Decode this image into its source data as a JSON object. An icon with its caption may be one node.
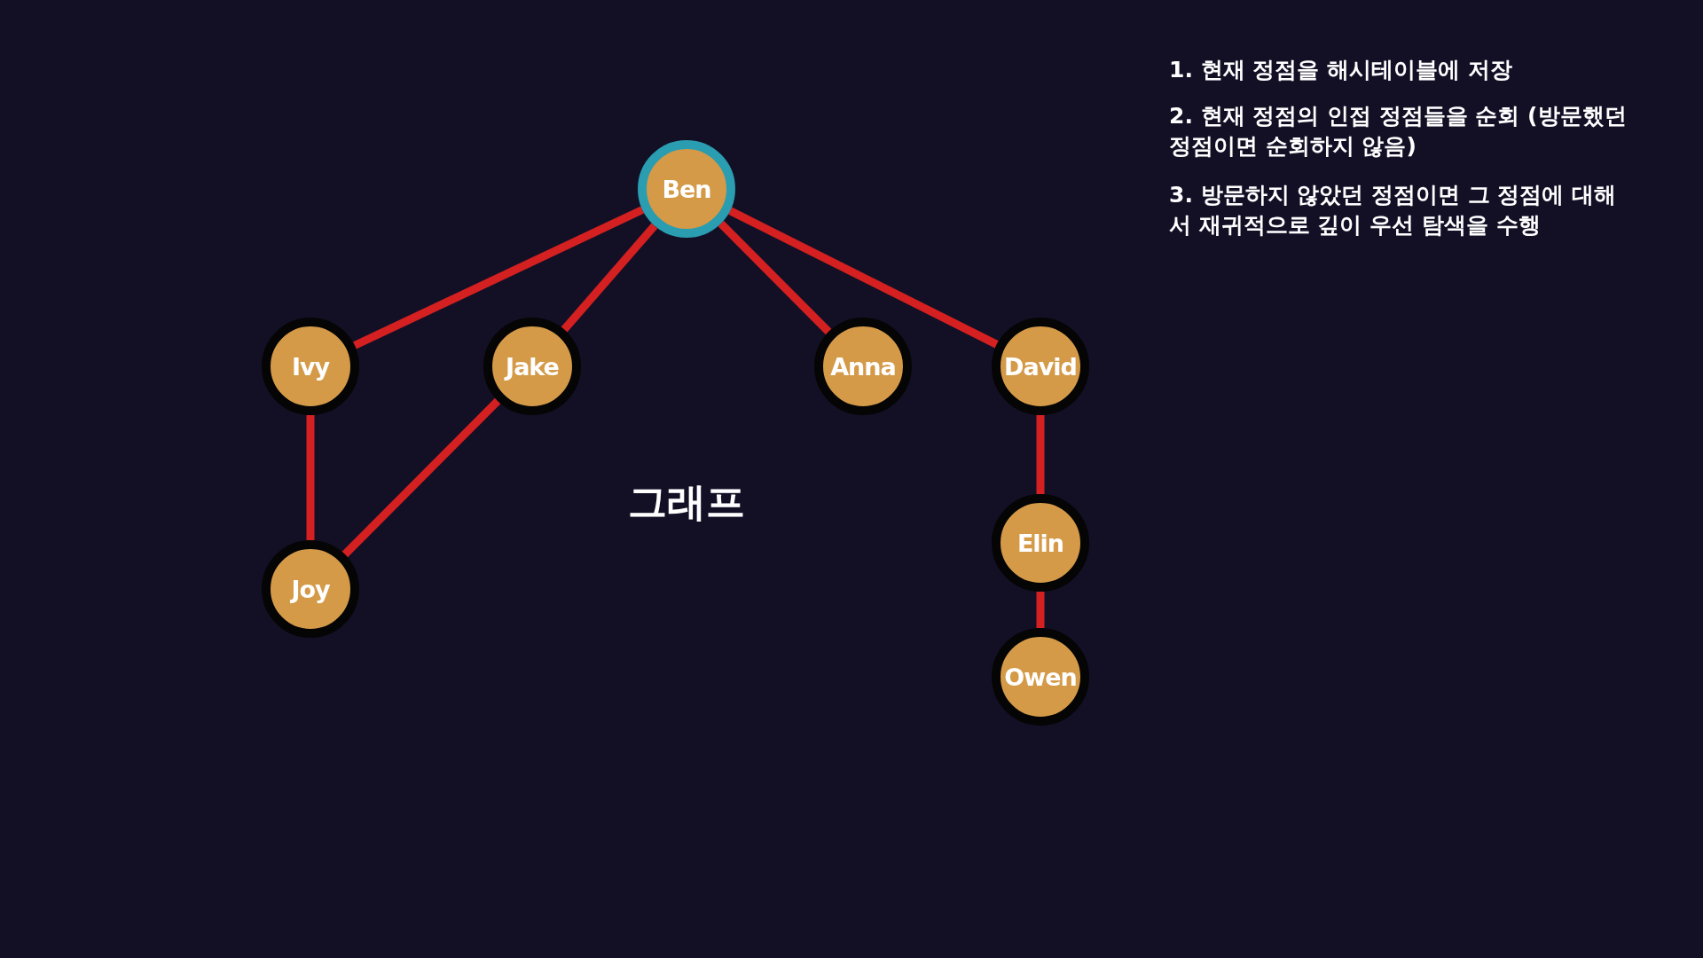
{
  "diagram": {
    "title": "그래프",
    "nodes": [
      {
        "text": [
          "Ben"
        ]
      },
      {
        "text": [
          "Ivy"
        ]
      },
      {
        "text": [
          "Jake"
        ]
      },
      {
        "text": [
          "Anna"
        ]
      },
      {
        "text": [
          "David"
        ]
      },
      {
        "text": [
          "Joy"
        ]
      },
      {
        "text": [
          "Elin"
        ]
      },
      {
        "text": [
          "Owen"
        ]
      }
    ],
    "edges": [
      {
        "from": 0,
        "to": 1,
        "arrow": "none"
      },
      {
        "from": 0,
        "to": 2,
        "arrow": "none"
      },
      {
        "from": 0,
        "to": 3,
        "arrow": "none"
      },
      {
        "from": 0,
        "to": 4,
        "arrow": "none"
      },
      {
        "from": 1,
        "to": 5,
        "arrow": "none"
      },
      {
        "from": 2,
        "to": 5,
        "arrow": "none"
      },
      {
        "from": 4,
        "to": 6,
        "arrow": "none"
      },
      {
        "from": 6,
        "to": 7,
        "arrow": "none"
      }
    ],
    "labels": [
      "1. 현재 정점을 해시테이블에 저장",
      "2. 현재 정점의 인접 정점들을 순회 (방문했던 정점이면 순회하지 않음)",
      "3. 방문하지 않았던 정점이면 그 정점에 대해서 재귀적으로 깊이 우선 탐색을 수행"
    ]
  }
}
